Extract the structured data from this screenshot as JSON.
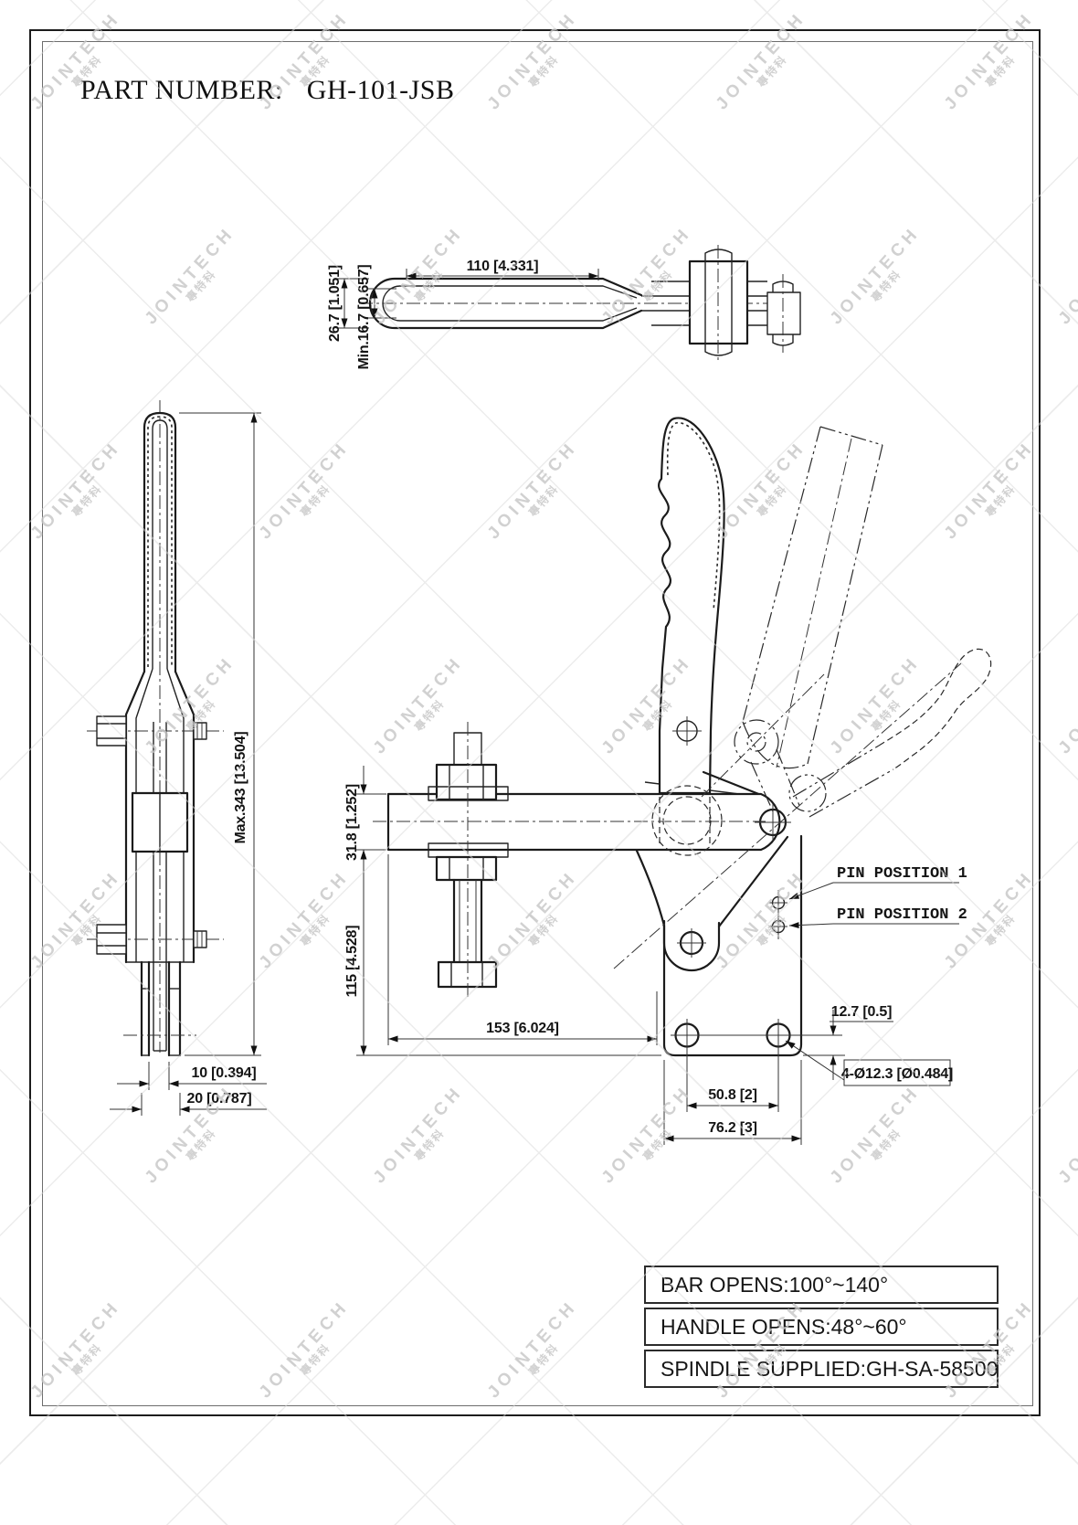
{
  "title": {
    "label": "PART NUMBER:",
    "value": "GH-101-JSB"
  },
  "watermark": {
    "brand": "JOINTECH",
    "brand_cn": "專特科"
  },
  "views": {
    "top": {
      "dim_length": "110 [4.331]",
      "dim_width": "26.7 [1.051]",
      "dim_min_width": "Min.16.7 [0.657]"
    },
    "side": {
      "dim_max_height": "Max.343 [13.504]",
      "dim_bar_thickness": "10 [0.394]",
      "dim_fork_width": "20 [0.787]"
    },
    "front": {
      "pin_position_1": "PIN POSITION 1",
      "pin_position_2": "PIN POSITION 2",
      "dim_bar_section": "31.8 [1.252]",
      "dim_base_height": "115 [4.528]",
      "dim_bar_length": "153 [6.024]",
      "dim_hole_pitch": "50.8 [2]",
      "dim_base_width": "76.2 [3]",
      "dim_hole_offset": "12.7 [0.5]",
      "dim_mounting_holes": "4-Ø12.3 [Ø0.484]"
    }
  },
  "spec_table": {
    "rows": [
      {
        "text": "BAR OPENS:100°~140°"
      },
      {
        "text": "HANDLE OPENS:48°~60°"
      },
      {
        "text": "SPINDLE SUPPLIED:GH-SA-58500"
      }
    ]
  }
}
